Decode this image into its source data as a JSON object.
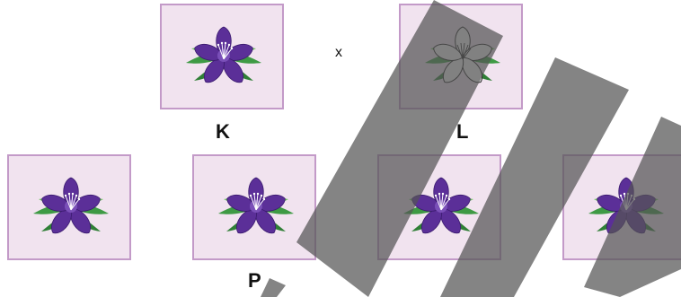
{
  "parents": {
    "cross_symbol": "x",
    "left": {
      "label": "K",
      "flower": "purple-flower"
    },
    "right": {
      "label": "L",
      "flower": "white-flower"
    }
  },
  "offspring": {
    "label": "P",
    "flowers": [
      "purple-flower",
      "purple-flower",
      "purple-flower",
      "purple-flower"
    ]
  },
  "colors": {
    "panel_fill": "#f1e3ef",
    "panel_border": "#c39ac8",
    "petal_purple": "#5b2f98",
    "petal_white": "#f4f4f4",
    "leaf_green": "#3e9a44",
    "overlay_gray": "#555555"
  }
}
